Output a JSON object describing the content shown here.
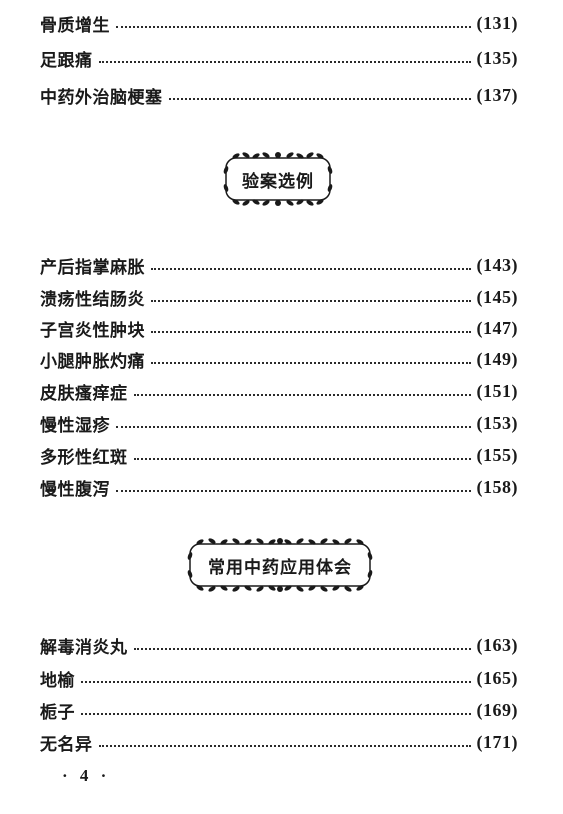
{
  "group_1": [
    {
      "title": "骨质增生",
      "page": "(131)"
    },
    {
      "title": "足跟痛",
      "page": "(135)"
    },
    {
      "title": "中药外治脑梗塞",
      "page": "(137)"
    }
  ],
  "heading_1": "验案选例",
  "group_2": [
    {
      "title": "产后指掌麻胀",
      "page": "(143)"
    },
    {
      "title": "溃疡性结肠炎",
      "page": "(145)"
    },
    {
      "title": "子宫炎性肿块",
      "page": "(147)"
    },
    {
      "title": "小腿肿胀灼痛",
      "page": "(149)"
    },
    {
      "title": "皮肤瘙痒症",
      "page": "(151)"
    },
    {
      "title": "慢性湿疹",
      "page": "(153)"
    },
    {
      "title": "多形性红斑",
      "page": "(155)"
    },
    {
      "title": "慢性腹泻",
      "page": "(158)"
    }
  ],
  "heading_2": "常用中药应用体会",
  "group_3": [
    {
      "title": "解毒消炎丸",
      "page": "(163)"
    },
    {
      "title": "地榆",
      "page": "(165)"
    },
    {
      "title": "栀子",
      "page": "(169)"
    },
    {
      "title": "无名异",
      "page": "(171)"
    }
  ],
  "page_number": "· 4 ·"
}
